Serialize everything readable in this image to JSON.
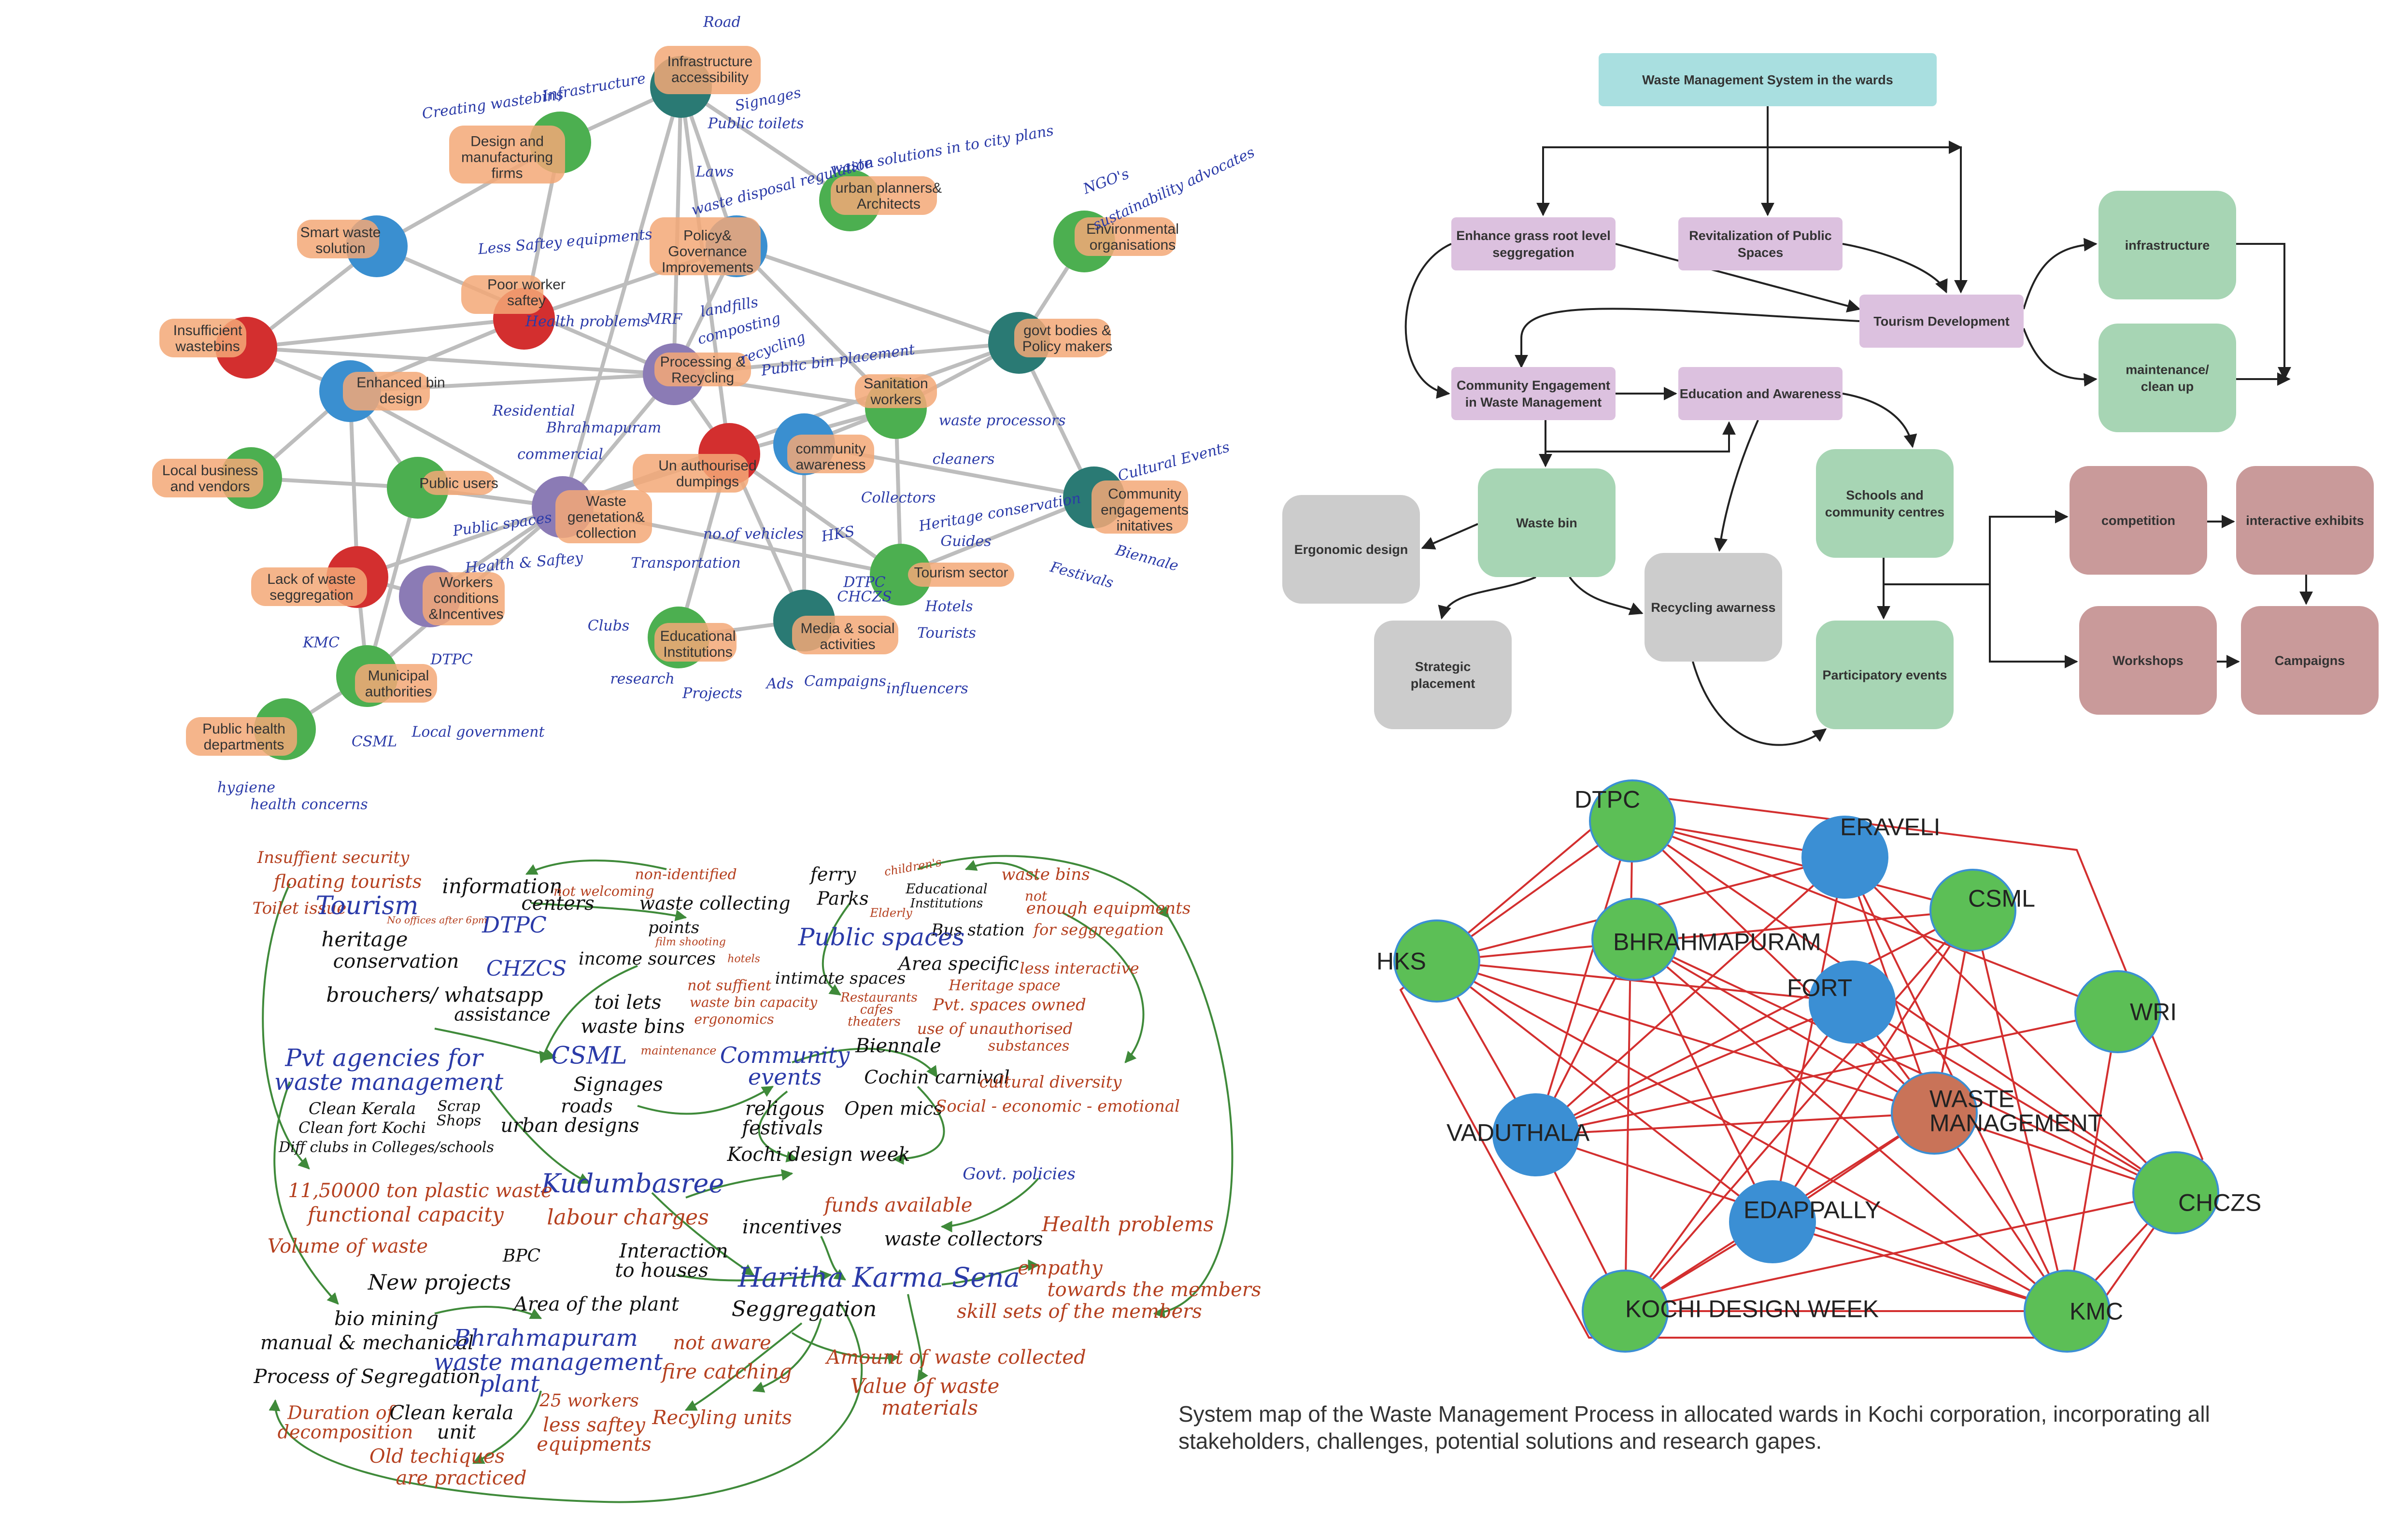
{
  "colors": {
    "node_green": "#4caf50",
    "node_blue": "#3a8fd0",
    "node_red": "#d32f2f",
    "node_purple": "#8b7bb5",
    "node_teal": "#2a7a74",
    "tag_orange": "#f3a877",
    "annot_blue": "#2a3aa8",
    "map_green": "#2e7d32",
    "map_red": "#b5401f",
    "net_line": "#d32f2f",
    "net_green": "#5cbf56",
    "net_blue": "#3b8fd4",
    "net_center": "#c97358",
    "flow_teal": "#a9dfe0",
    "flow_pink": "#dcc1df",
    "flow_green": "#a7d5b4",
    "flow_grey": "#cccccc",
    "flow_rose": "#c99a9a"
  },
  "stakeholder_map": {
    "nodes": [
      {
        "id": "infra",
        "label": "Infrastructure\naccessibility",
        "color": "teal"
      },
      {
        "id": "design",
        "label": "Design and\nmanufacturing\nfirms",
        "color": "green"
      },
      {
        "id": "urban",
        "label": "urban planners&\nArchitects",
        "color": "green"
      },
      {
        "id": "policy",
        "label": "Policy&\nGovernance\nImprovements",
        "color": "blue"
      },
      {
        "id": "smart",
        "label": "Smart waste\nsolution",
        "color": "blue"
      },
      {
        "id": "env",
        "label": "Environmental\norganisations",
        "color": "green"
      },
      {
        "id": "poor",
        "label": "Poor worker\nsaftey",
        "color": "red"
      },
      {
        "id": "insuff",
        "label": "Insufficient\nwastebins",
        "color": "red"
      },
      {
        "id": "govt",
        "label": "govt bodies &\nPolicy makers",
        "color": "teal"
      },
      {
        "id": "enhanced",
        "label": "Enhanced bin\ndesign",
        "color": "blue"
      },
      {
        "id": "processing",
        "label": "Processing &\nRecycling",
        "color": "purple"
      },
      {
        "id": "sanitation",
        "label": "Sanitation\nworkers",
        "color": "green"
      },
      {
        "id": "local",
        "label": "Local business\nand vendors",
        "color": "green"
      },
      {
        "id": "publicusers",
        "label": "Public users",
        "color": "green"
      },
      {
        "id": "unauth",
        "label": "Un authourised\ndumpings",
        "color": "red"
      },
      {
        "id": "community",
        "label": "community\nawareness",
        "color": "blue"
      },
      {
        "id": "wastegen",
        "label": "Waste\ngenetation&\ncollection",
        "color": "purple"
      },
      {
        "id": "communityeng",
        "label": "Community\nengagements\ninitatives",
        "color": "teal"
      },
      {
        "id": "lack",
        "label": "Lack of waste\nseggregation",
        "color": "red"
      },
      {
        "id": "workers",
        "label": "Workers\nconditions\n&Incentives",
        "color": "purple"
      },
      {
        "id": "tourism",
        "label": "Tourism sector",
        "color": "green"
      },
      {
        "id": "educational",
        "label": "Educational\nInstitutions",
        "color": "green"
      },
      {
        "id": "media",
        "label": "Media & social\nactivities",
        "color": "teal"
      },
      {
        "id": "municipal",
        "label": "Municipal\nauthorities",
        "color": "green"
      },
      {
        "id": "publichealth",
        "label": "Public health\ndepartments",
        "color": "green"
      }
    ],
    "annotations": [
      "Road",
      "Infrastructure",
      "Creating wastebins",
      "Signages",
      "Public toilets",
      "waste solutions in to city plans",
      "Laws",
      "waste disposal regulation",
      "NGO's",
      "sustainability advocates",
      "Less Saftey equipments",
      "Health problems",
      "MRF",
      "landfills",
      "composting",
      "recycling",
      "Public bin placement",
      "Residential",
      "Bhrahmapuram",
      "commercial",
      "waste processors",
      "cleaners",
      "Cultural Events",
      "Collectors",
      "Heritage conservation",
      "Guides",
      "Biennale",
      "Public spaces",
      "Health & Saftey",
      "no.of vehicles",
      "Transportation",
      "HKS",
      "DTPC",
      "CHCZS",
      "Hotels",
      "Tourists",
      "Festivals",
      "KMC",
      "DTPC",
      "Clubs",
      "research",
      "Projects",
      "Ads",
      "Campaigns",
      "influencers",
      "Local government",
      "CSML",
      "hygiene",
      "health concerns"
    ]
  },
  "flowchart": {
    "nodes": [
      {
        "id": "wms",
        "label": "Waste Management System in the wards"
      },
      {
        "id": "grass",
        "label": "Enhance grass root level\nseggregation"
      },
      {
        "id": "revital",
        "label": "Revitalization of Public\nSpaces"
      },
      {
        "id": "tourism",
        "label": "Tourism Development"
      },
      {
        "id": "infra",
        "label": "infrastructure"
      },
      {
        "id": "maint",
        "label": "maintenance/\nclean up"
      },
      {
        "id": "ce",
        "label": "Community Engagement\nin Waste Management"
      },
      {
        "id": "ea",
        "label": "Education and Awareness"
      },
      {
        "id": "wastebin",
        "label": "Waste bin"
      },
      {
        "id": "ergo",
        "label": "Ergonomic design"
      },
      {
        "id": "strat",
        "label": "Strategic\nplacement"
      },
      {
        "id": "recyc",
        "label": "Recycling awarness"
      },
      {
        "id": "schools",
        "label": "Schools and\ncommunity centres"
      },
      {
        "id": "particip",
        "label": "Participatory events"
      },
      {
        "id": "comp",
        "label": "competition"
      },
      {
        "id": "inter",
        "label": "interactive exhibits"
      },
      {
        "id": "work",
        "label": "Workshops"
      },
      {
        "id": "camp",
        "label": "Campaigns"
      }
    ]
  },
  "network": {
    "nodes": [
      {
        "id": "dtpc",
        "label": "DTPC",
        "color": "green"
      },
      {
        "id": "eraveli",
        "label": "ERAVELI",
        "color": "blue"
      },
      {
        "id": "csml",
        "label": "CSML",
        "color": "green"
      },
      {
        "id": "hks",
        "label": "HKS",
        "color": "green"
      },
      {
        "id": "bhrahma",
        "label": "BHRAHMAPURAM",
        "color": "green"
      },
      {
        "id": "fort",
        "label": "FORT",
        "color": "blue"
      },
      {
        "id": "wri",
        "label": "WRI",
        "color": "green"
      },
      {
        "id": "waste",
        "label": "WASTE\nMANAGEMENT",
        "color": "center"
      },
      {
        "id": "vaduthala",
        "label": "VADUTHALA",
        "color": "blue"
      },
      {
        "id": "chczs",
        "label": "CHCZS",
        "color": "green"
      },
      {
        "id": "edappally",
        "label": "EDAPPALLY",
        "color": "blue"
      },
      {
        "id": "kdw",
        "label": "KOCHI DESIGN WEEK",
        "color": "green"
      },
      {
        "id": "kmc",
        "label": "KMC",
        "color": "green"
      }
    ]
  },
  "mindmap": {
    "words": [
      "Insuffient security",
      "floating tourists",
      "information",
      "centers",
      "Toilet issue",
      "Tourism",
      "No offices after 6pm",
      "DTPC",
      "heritage",
      "conservation",
      "CHZCS",
      "brouchers/ whatsapp",
      "assistance",
      "non-identified",
      "not welcoming",
      "waste collecting",
      "points",
      "film shooting",
      "income sources",
      "hotels",
      "toi lets",
      "not suffient",
      "waste bin capacity",
      "ergonomics",
      "waste bins",
      "ferry",
      "Parks",
      "children's",
      "Educational",
      "Institutions",
      "Elderly",
      "Bus station",
      "Public spaces",
      "waste bins",
      "not",
      "enough equipments",
      "for seggregation",
      "intimate spaces",
      "Area specific",
      "less interactive",
      "Restaurants",
      "cafes",
      "theaters",
      "Heritage space",
      "Pvt. spaces owned",
      "use of unauthorised",
      "substances",
      "Pvt agencies for",
      "waste management",
      "CSML",
      "maintenance",
      "Community",
      "events",
      "Biennale",
      "Signages",
      "Cochin carnival",
      "cultural diversity",
      "roads",
      "urban designs",
      "Clean Kerala",
      "Clean fort Kochi",
      "Scrap",
      "Shops",
      "Diff clubs in Colleges/schools",
      "religous",
      "festivals",
      "Open mics",
      "Social - economic - emotional",
      "Kochi design week",
      "Kudumbasree",
      "Govt. policies",
      "11,50000 ton plastic waste",
      "functional capacity",
      "labour charges",
      "funds available",
      "Volume of waste",
      "incentives",
      "waste collectors",
      "Health problems",
      "Interaction",
      "to houses",
      "BPC",
      "New projects",
      "Area of the plant",
      "Haritha Karma Sena",
      "empathy",
      "towards the members",
      "bio mining",
      "Seggregation",
      "skill sets of the members",
      "manual & mechanical",
      "Bhrahmapuram",
      "waste management",
      "Process of Segregation",
      "plant",
      "not aware",
      "fire catching",
      "Amount of waste collected",
      "Value of waste",
      "materials",
      "25 workers",
      "Duration of",
      "decomposition",
      "Clean kerala",
      "unit",
      "less saftey",
      "equipments",
      "Recyling units",
      "Old techiques",
      "are practiced"
    ]
  },
  "caption": "System map of the Waste Management Process in allocated wards in Kochi corporation, incorporating all stakeholders, challenges, potential solutions and research gapes."
}
